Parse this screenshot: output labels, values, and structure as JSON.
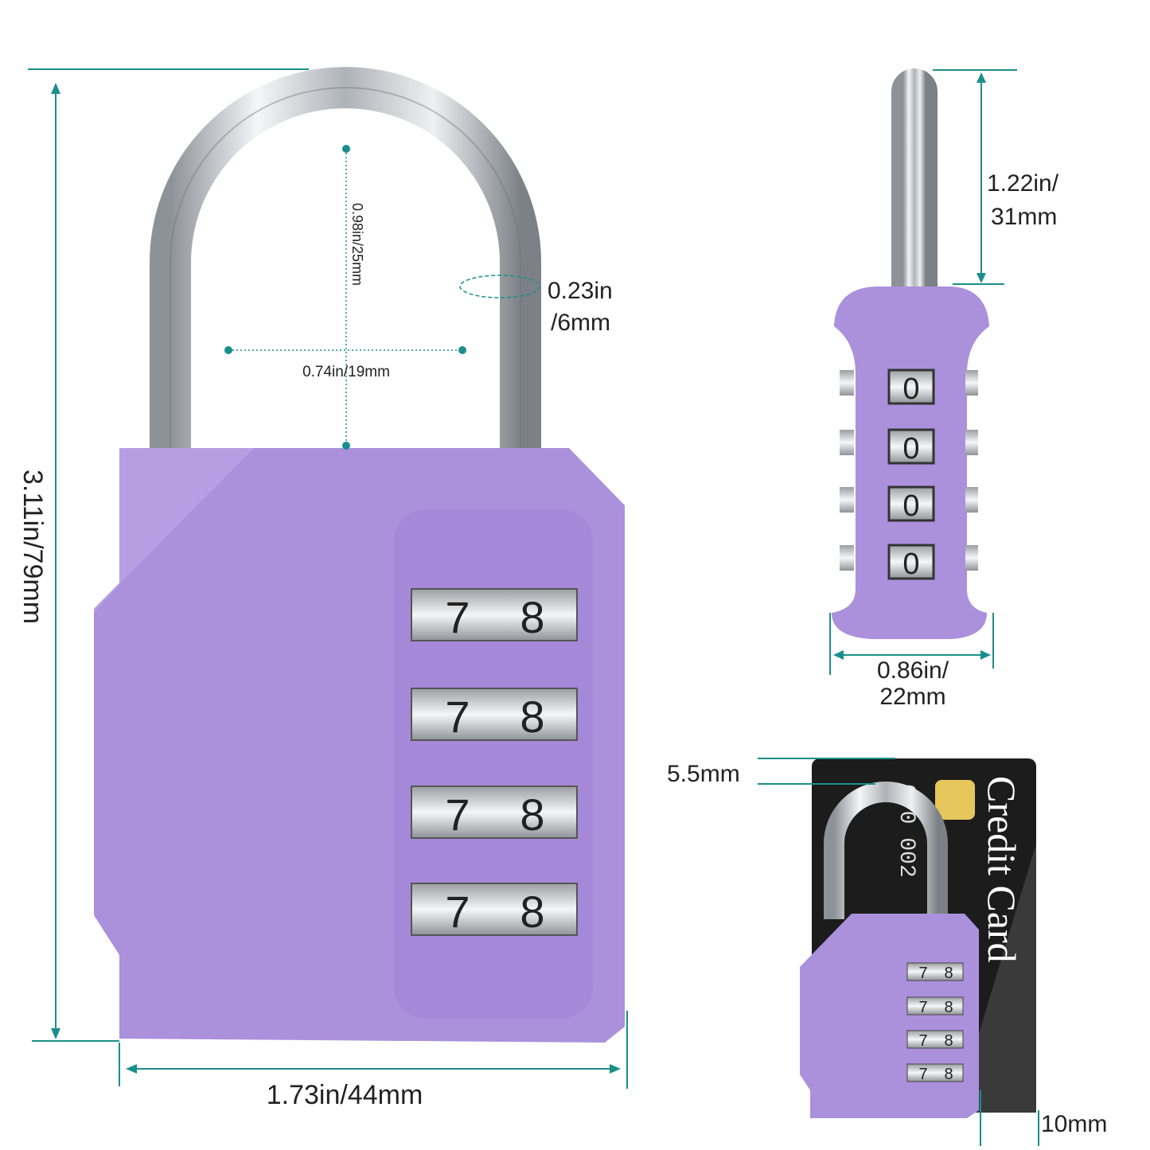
{
  "colors": {
    "lock_body": "#ab90dc",
    "lock_shadow": "#9a7dd0",
    "dimension_line": "#1a8f8a",
    "shackle": "#c9cdd2",
    "card": "#1c1c1c",
    "chip": "#e6c65a"
  },
  "main_lock": {
    "dial_digits": [
      [
        "7",
        "8"
      ],
      [
        "7",
        "8"
      ],
      [
        "7",
        "8"
      ],
      [
        "7",
        "8"
      ]
    ],
    "height_label": "3.11in/79mm",
    "width_label": "1.73in/44mm",
    "shackle_clearance_label": "0.98in/25mm",
    "shackle_inner_width_label": "0.74in/19mm",
    "shackle_diameter_label_1": "0.23in",
    "shackle_diameter_label_2": "/6mm"
  },
  "side_lock": {
    "dial_digits": [
      "0",
      "0",
      "0",
      "0"
    ],
    "shackle_height_label_1": "1.22in/",
    "shackle_height_label_2": "31mm",
    "depth_label_1": "0.86in/",
    "depth_label_2": "22mm"
  },
  "card_comparison": {
    "card_text": "Credit Card",
    "card_number_fragment": "0 0 002",
    "thickness_label": "5.5mm",
    "depth_label": "10mm",
    "dial_digits": [
      [
        "7",
        "8"
      ],
      [
        "7",
        "8"
      ],
      [
        "7",
        "8"
      ],
      [
        "7",
        "8"
      ]
    ]
  }
}
